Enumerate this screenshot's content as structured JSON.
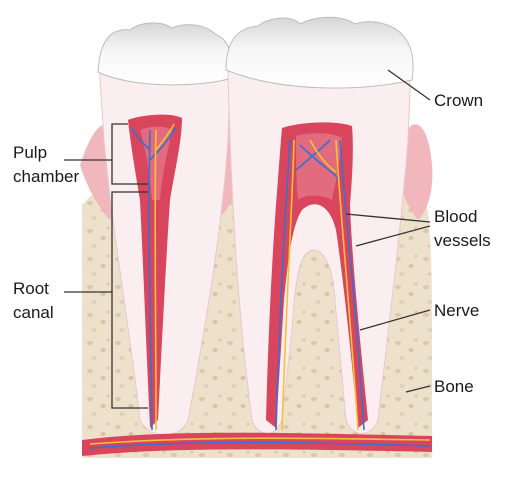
{
  "labels": {
    "pulp_line1": "Pulp",
    "pulp_line2": "chamber",
    "root_line1": "Root",
    "root_line2": "canal",
    "crown": "Crown",
    "blood_line1": "Blood",
    "blood_line2": "vessels",
    "nerve": "Nerve",
    "bone": "Bone"
  },
  "colors": {
    "bone": "#ede1cb",
    "bone_speck": "#d9c7a6",
    "enamel": "#f4f4f4",
    "dentin": "#fbeef0",
    "gum": "#f2b7bd",
    "pulp": "#d9455d",
    "pulp_light": "#ea8a98",
    "blood_vessel": "#3c6fd1",
    "nerve": "#f3c13a",
    "leader": "#333333"
  }
}
